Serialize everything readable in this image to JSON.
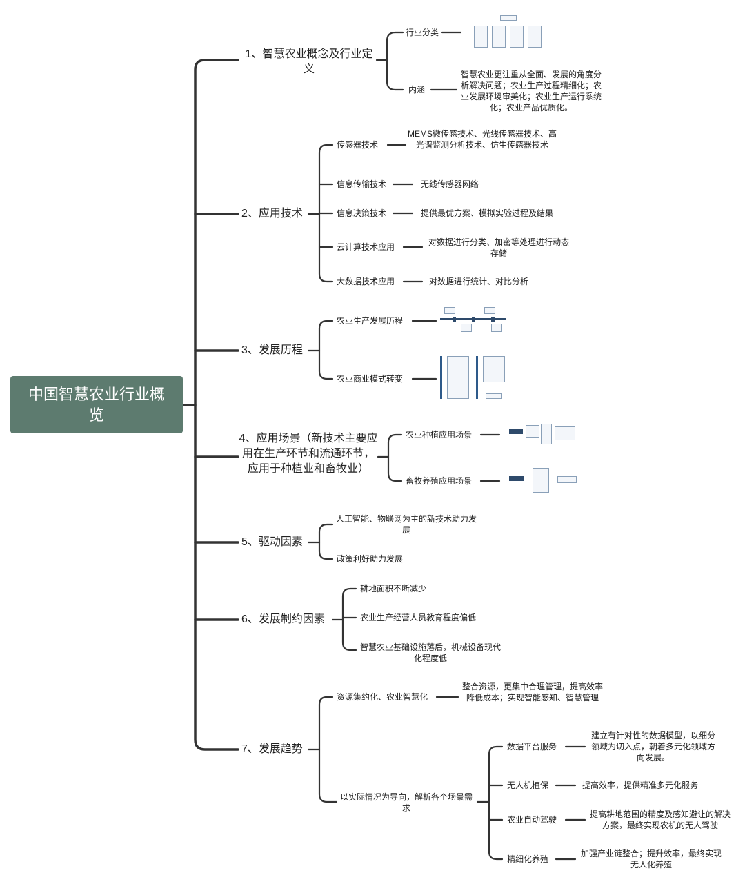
{
  "root": {
    "title": "中国智慧农业行业概览"
  },
  "branches": [
    {
      "label": "1、智慧农业概念及行业定义",
      "children": [
        {
          "label": "行业分类"
        },
        {
          "label": "内涵",
          "detail": "智慧农业更注重从全面、发展的角度分析解决问题；农业生产过程精细化；农业发展环境审美化；农业生产运行系统化；农业产品优质化。"
        }
      ]
    },
    {
      "label": "2、应用技术",
      "children": [
        {
          "label": "传感器技术",
          "detail": "MEMS微传感技术、光线传感器技术、高光谱监测分析技术、仿生传感器技术"
        },
        {
          "label": "信息传输技术",
          "detail": "无线传感器网络"
        },
        {
          "label": "信息决策技术",
          "detail": "提供最优方案、模拟实验过程及结果"
        },
        {
          "label": "云计算技术应用",
          "detail": "对数据进行分类、加密等处理进行动态存储"
        },
        {
          "label": "大数据技术应用",
          "detail": "对数据进行统计、对比分析"
        }
      ]
    },
    {
      "label": "3、发展历程",
      "children": [
        {
          "label": "农业生产发展历程"
        },
        {
          "label": "农业商业模式转变"
        }
      ]
    },
    {
      "label": "4、应用场景（新技术主要应用在生产环节和流通环节，应用于种植业和畜牧业）",
      "children": [
        {
          "label": "农业种植应用场景"
        },
        {
          "label": "畜牧养殖应用场景"
        }
      ]
    },
    {
      "label": "5、驱动因素",
      "children": [
        {
          "label": "人工智能、物联网为主的新技术助力发展"
        },
        {
          "label": "政策利好助力发展"
        }
      ]
    },
    {
      "label": "6、发展制约因素",
      "children": [
        {
          "label": "耕地面积不断减少"
        },
        {
          "label": "农业生产经营人员教育程度偏低"
        },
        {
          "label": "智慧农业基础设施落后，机械设备现代化程度低"
        }
      ]
    },
    {
      "label": "7、发展趋势",
      "children": [
        {
          "label": "资源集约化、农业智慧化",
          "detail": "整合资源，更集中合理管理，提高效率降低成本；实现智能感知、智慧管理"
        },
        {
          "label": "以实际情况为导向，解析各个场景需求",
          "children": [
            {
              "label": "数据平台服务",
              "detail": "建立有针对性的数据模型，以细分领域为切入点，朝着多元化领域方向发展。"
            },
            {
              "label": "无人机植保",
              "detail": "提高效率，提供精准多元化服务"
            },
            {
              "label": "农业自动驾驶",
              "detail": "提高耕地范围的精度及感知避让的解决方案，最终实现农机的无人驾驶"
            },
            {
              "label": "精细化养殖",
              "detail": "加强产业链整合；提升效率，最终实现无人化养殖"
            }
          ]
        }
      ]
    }
  ],
  "colors": {
    "root_bg": "#5d7b6f",
    "line": "#333333"
  }
}
